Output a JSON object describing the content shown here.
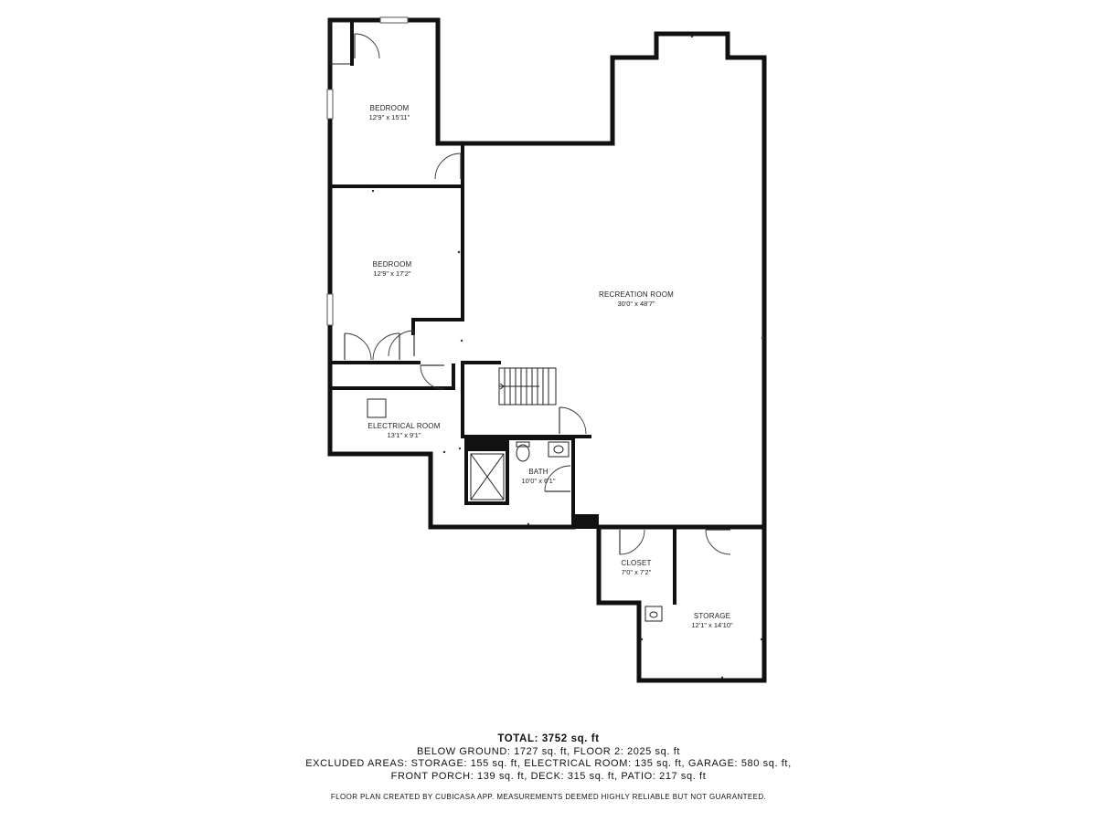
{
  "rooms": {
    "bedroom_1": {
      "name": "BEDROOM",
      "dims": "12'9\" x 15'11\""
    },
    "bedroom_2": {
      "name": "BEDROOM",
      "dims": "12'9\" x 17'2\""
    },
    "recreation": {
      "name": "RECREATION ROOM",
      "dims": "30'0\" x 48'7\""
    },
    "electrical": {
      "name": "ELECTRICAL ROOM",
      "dims": "13'1\" x 9'1\""
    },
    "bath": {
      "name": "BATH",
      "dims": "10'0\" x 6'1\""
    },
    "closet": {
      "name": "CLOSET",
      "dims": "7'0\" x 7'2\""
    },
    "storage": {
      "name": "STORAGE",
      "dims": "12'1\" x 14'10\""
    }
  },
  "summary": {
    "total_label": "TOTAL:",
    "total_value": "3752 sq. ft",
    "line2": "BELOW GROUND: 1727 sq. ft, FLOOR 2: 2025 sq. ft",
    "line3": "EXCLUDED AREAS: STORAGE: 155 sq. ft, ELECTRICAL ROOM: 135 sq. ft, GARAGE: 580 sq. ft,",
    "line4": "FRONT PORCH: 139 sq. ft, DECK: 315 sq. ft, PATIO: 217 sq. ft"
  },
  "credit": "FLOOR PLAN CREATED BY CUBICASA APP. MEASUREMENTS DEEMED HIGHLY RELIABLE BUT NOT GUARANTEED."
}
